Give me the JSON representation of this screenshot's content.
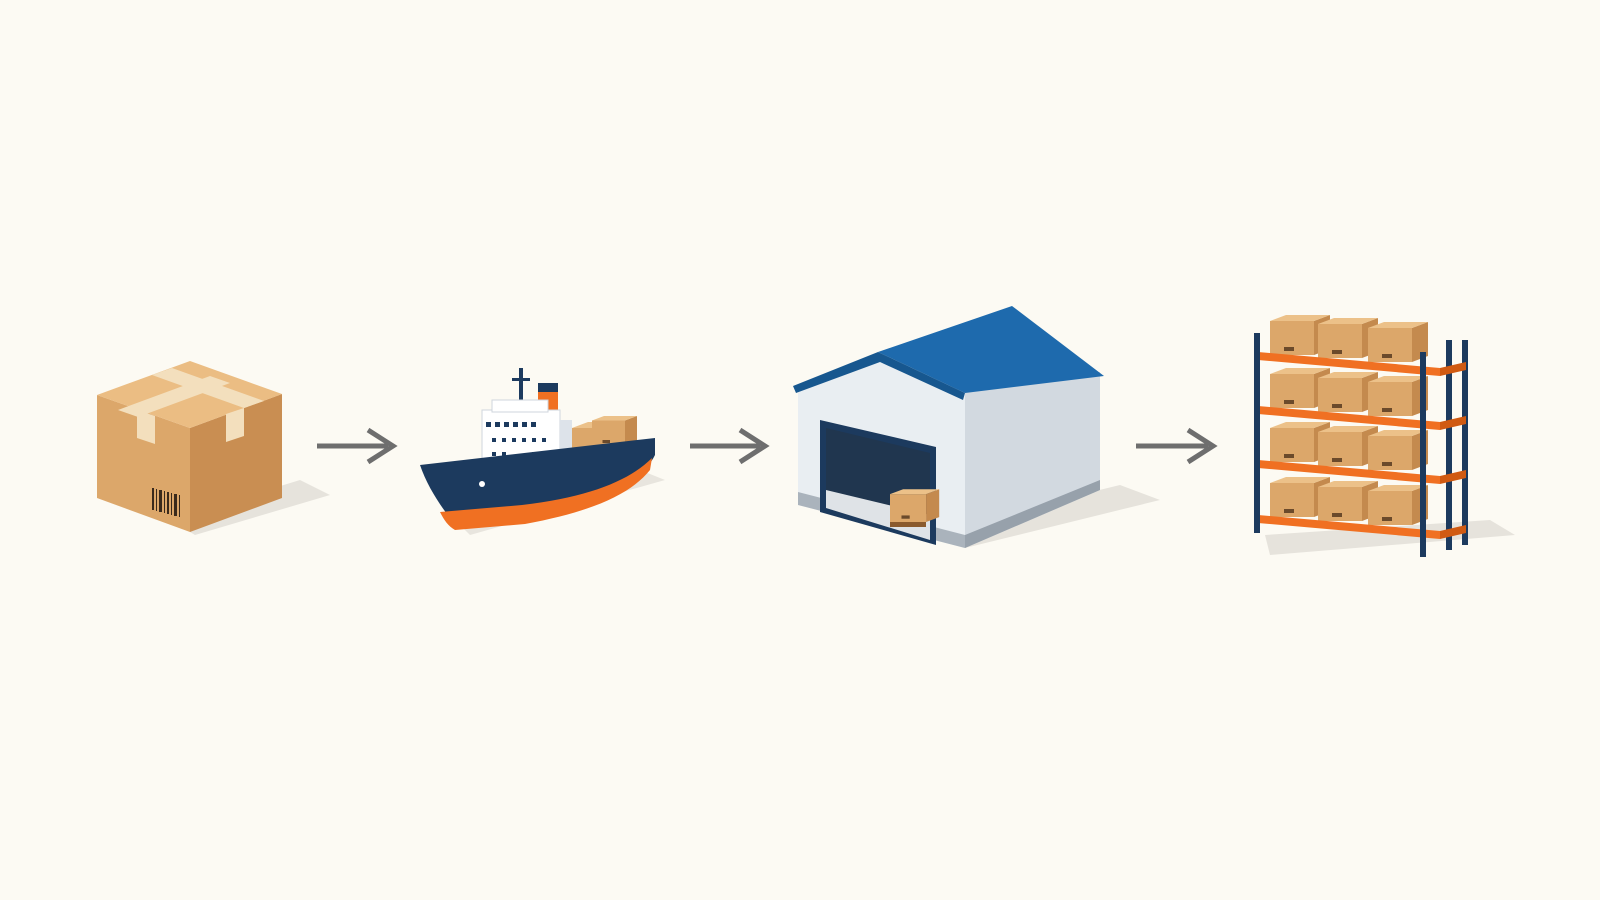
{
  "diagram": {
    "type": "process-flow",
    "steps": [
      {
        "id": "package",
        "icon": "cardboard-box-icon"
      },
      {
        "id": "shipping",
        "icon": "cargo-ship-icon"
      },
      {
        "id": "warehouse",
        "icon": "warehouse-icon"
      },
      {
        "id": "storage",
        "icon": "storage-shelf-icon"
      }
    ],
    "connectors": [
      {
        "from": "package",
        "to": "shipping",
        "icon": "arrow-right-icon"
      },
      {
        "from": "shipping",
        "to": "warehouse",
        "icon": "arrow-right-icon"
      },
      {
        "from": "warehouse",
        "to": "storage",
        "icon": "arrow-right-icon"
      }
    ]
  },
  "colors": {
    "background": "#fcfaf3",
    "cardboard": "#dca76a",
    "navy": "#1c3a5e",
    "orange": "#f07022",
    "roof_blue": "#1e6aad",
    "arrow_gray": "#6e6e6e"
  }
}
